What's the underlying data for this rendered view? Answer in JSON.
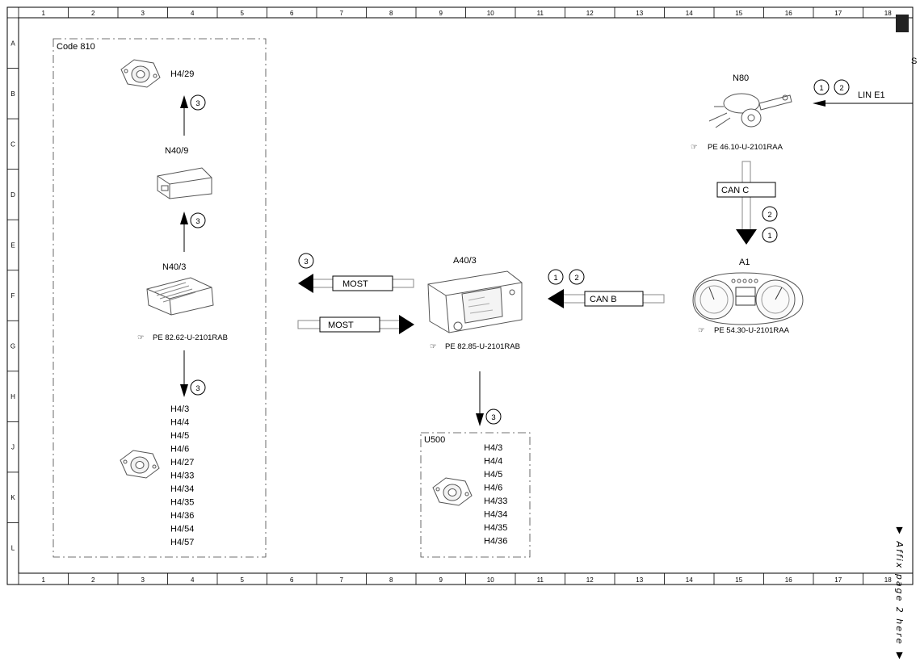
{
  "grid": {
    "columns": [
      "1",
      "2",
      "3",
      "4",
      "5",
      "6",
      "7",
      "8",
      "9",
      "10",
      "11",
      "12",
      "13",
      "14",
      "15",
      "16",
      "17",
      "18"
    ],
    "rows": [
      "A",
      "B",
      "C",
      "D",
      "E",
      "F",
      "G",
      "H",
      "J",
      "K",
      "L"
    ]
  },
  "code_label": "Code 810",
  "corner_mark": "S",
  "components": {
    "h4_29": "H4/29",
    "n40_9": "N40/9",
    "n40_3": "N40/3",
    "n40_3_ref": "PE 82.62-U-2101RAB",
    "a40_3": "A40/3",
    "a40_3_ref": "PE 82.85-U-2101RAB",
    "n80": "N80",
    "n80_ref": "PE 46.10-U-2101RAA",
    "a1": "A1",
    "a1_ref": "PE 54.30-U-2101RAA",
    "u500": "U500"
  },
  "buses": {
    "most_out": "MOST",
    "most_in": "MOST",
    "can_b": "CAN B",
    "can_c": "CAN C",
    "lin_e1": "LIN E1"
  },
  "circles": {
    "c_h429": "3",
    "c_n409": "3",
    "c_most": "3",
    "c_n403_down": "3",
    "c_u500": "3",
    "c_canb_1": "1",
    "c_canb_2": "2",
    "c_lin_1": "1",
    "c_lin_2": "2",
    "c_canc_2": "2",
    "c_canc_1": "1"
  },
  "speaker_list_left": [
    "H4/3",
    "H4/4",
    "H4/5",
    "H4/6",
    "H4/27",
    "H4/33",
    "H4/34",
    "H4/35",
    "H4/36",
    "H4/54",
    "H4/57"
  ],
  "speaker_list_u500": [
    "H4/3",
    "H4/4",
    "H4/5",
    "H4/6",
    "H4/33",
    "H4/34",
    "H4/35",
    "H4/36"
  ],
  "side_note": "▼ Affix page 2 here ▼"
}
